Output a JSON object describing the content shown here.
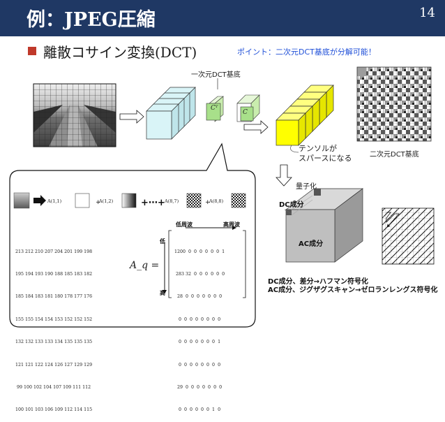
{
  "header": {
    "title": "例：JPEG圧縮",
    "page_number": "14"
  },
  "subtitle": "離散コサイン変換(DCT)",
  "point_note": "ポイント：二次元DCT基底が分解可能！",
  "labels": {
    "one_d_basis": "一次元DCT基底",
    "tensor_sparse_line1": "テンソルが",
    "tensor_sparse_line2": "スパースになる",
    "two_d_basis": "二次元DCT基底",
    "quantize": "量子化",
    "dc_component": "DC成分",
    "ac_component": "AC成分",
    "low_freq": "低周波",
    "high_freq": "高周波",
    "low_v": "低",
    "high_v": "高",
    "aq": "A_q =",
    "encoding_line1": "DC成分、差分→ハフマン符号化",
    "encoding_line2": "AC成分、ジグザグスキャン→ゼロランレングス符号化",
    "c_transpose": "Cᵀ",
    "c": "C"
  },
  "basis_terms": [
    "A(1,1)",
    "A(1,2)",
    "A(8,7)",
    "A(8,8)"
  ],
  "pixel_block": [
    "213 212 210 207 204 201 199 198",
    "195 194 193 190 188 185 183 182",
    "185 184 183 181 180 178 177 176",
    "155 155 154 154 153 152 152 152",
    "132 132 133 133 134 135 135 135",
    "121 121 122 124 126 127 129 129",
    " 99 100 102 104 107 109 111 112",
    "100 101 103 106 109 112 114 115"
  ],
  "quantized_block": [
    "1200  0  0  0  0  0  0  1",
    " 283 32  0  0  0  0  0  0",
    "  28  0  0  0  0  0  0  0",
    "   0  0  0  0  0  0  0  0",
    "   0  0  0  0  0  0  0  1",
    "   0  0  0  0  0  0  0  0",
    "  29  0  0  0  0  0  0  0",
    "   0  0  0  0  0  0  1  0"
  ],
  "colors": {
    "header_bg": "#1f3864",
    "bullet": "#c0392b",
    "point_text": "#1f4fd8",
    "cube_cyan": "#d9f4f7",
    "cube_yellow": "#ffff00",
    "matrix_green": "#a8e08a"
  }
}
